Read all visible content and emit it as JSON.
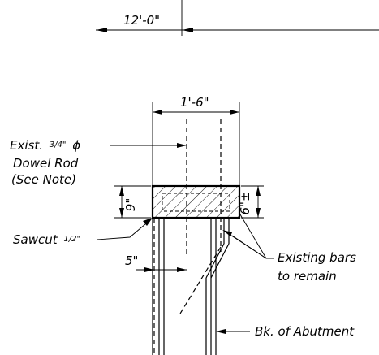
{
  "dimensions": {
    "overall_width": "12'-0\"",
    "abutment_width": "1'-6\"",
    "sawcut_depth": "9\"",
    "dowel_offset": "5\"",
    "right_depth": "6\"±"
  },
  "labels": {
    "dowel_line1": "Exist.",
    "dowel_frac": "3/4\"",
    "dowel_phi": "ϕ",
    "dowel_line2": "Dowel Rod",
    "dowel_line3": "(See Note)",
    "sawcut": "Sawcut",
    "sawcut_frac": "1/2\"",
    "existing_bars_line1": "Existing bars",
    "existing_bars_line2": "to remain",
    "back_of_abutment": "Bk. of Abutment"
  }
}
